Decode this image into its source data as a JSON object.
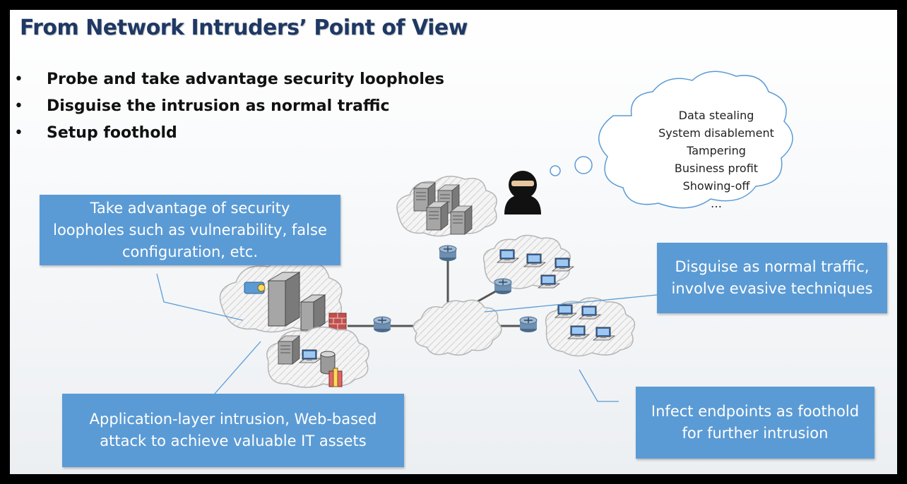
{
  "slide": {
    "title": "From Network Intruders’ Point of View",
    "bullet_symbol": "•",
    "bullets": [
      "Probe and take advantage security loopholes",
      "Disguise the intrusion as normal traffic",
      "Setup foothold"
    ]
  },
  "thought_cloud": {
    "lines": [
      "Data stealing",
      "System disablement",
      "Tampering",
      "Business profit",
      "Showing-off",
      "…"
    ]
  },
  "callouts": {
    "loopholes": [
      "Take advantage of security",
      "loopholes such as vulnerability, false",
      "configuration, etc."
    ],
    "disguise": [
      "Disguise as normal traffic,",
      "involve evasive techniques"
    ],
    "app_layer": [
      "Application-layer intrusion, Web-based",
      "attack to achieve valuable IT assets"
    ],
    "endpoints": [
      "Infect endpoints as foothold",
      "for further intrusion"
    ]
  },
  "colors": {
    "title": "#1f3864",
    "callout_fill": "#5b9bd5",
    "leader_line": "#5b9bd5",
    "cloud_fill": "#f2f2f2",
    "cloud_stroke": "#a6a6a6"
  },
  "icons": [
    "hacker-icon",
    "server-icon",
    "router-icon",
    "computer-icon",
    "office-building-icon",
    "firewall-icon",
    "database-icon",
    "camera-icon"
  ]
}
